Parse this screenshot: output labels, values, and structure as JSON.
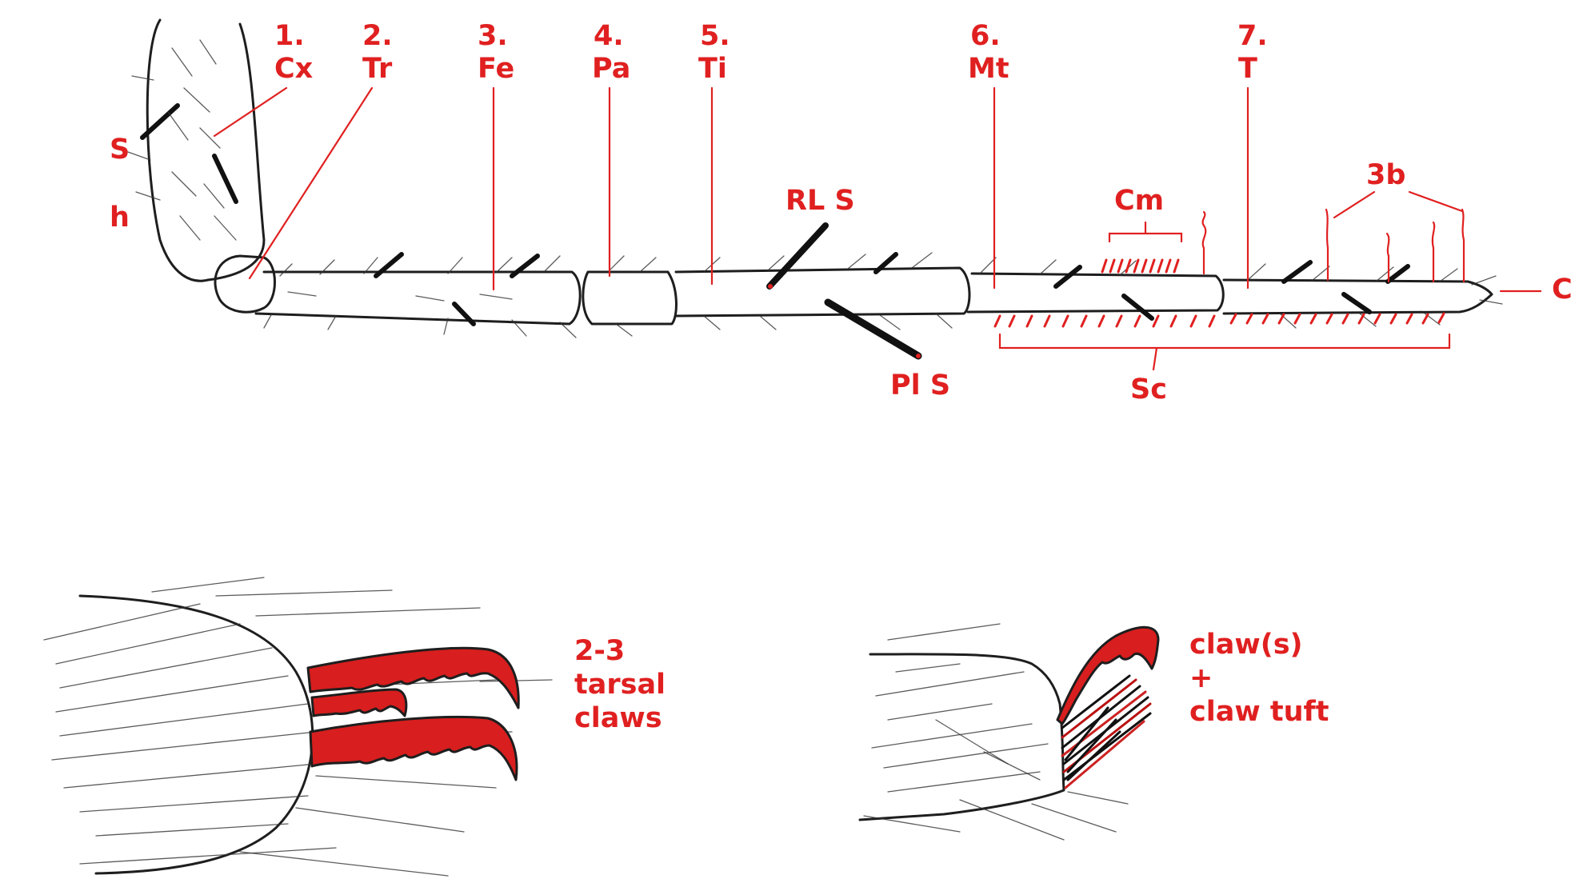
{
  "colors": {
    "label": "#e02020",
    "ink": "#1e1e1e",
    "claw_fill": "#d81e1e",
    "background": "#ffffff"
  },
  "segments": [
    {
      "num": "1.",
      "abbr": "Cx"
    },
    {
      "num": "2.",
      "abbr": "Tr"
    },
    {
      "num": "3.",
      "abbr": "Fe"
    },
    {
      "num": "4.",
      "abbr": "Pa"
    },
    {
      "num": "5.",
      "abbr": "Ti"
    },
    {
      "num": "6.",
      "abbr": "Mt"
    },
    {
      "num": "7.",
      "abbr": "T"
    }
  ],
  "labels": {
    "s": "S",
    "h": "h",
    "rl_s": "RL S",
    "pl_s": "Pl S",
    "cm": "Cm",
    "three_b": "3b",
    "c": "C",
    "sc": "Sc"
  },
  "bottom_left": {
    "caption": [
      "2-3",
      "tarsal",
      "claws"
    ]
  },
  "bottom_right": {
    "caption": [
      "claw(s)",
      "+",
      "claw tuft"
    ]
  }
}
